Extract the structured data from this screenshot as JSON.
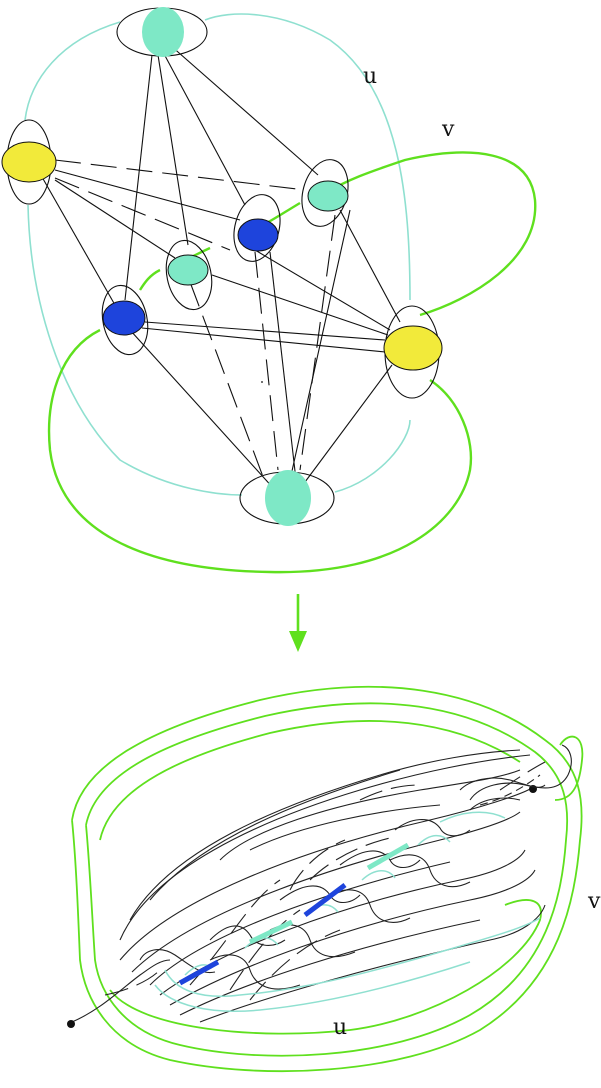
{
  "labels": {
    "top_u": "u",
    "top_v": "v",
    "bottom_u": "u",
    "bottom_v": "v"
  },
  "colors": {
    "aqua": "#7ee8c6",
    "aqua_line": "#8fe0d0",
    "green": "#5fe01e",
    "yellow": "#f2ea3a",
    "blue": "#1e44dc",
    "ink": "#111111"
  },
  "graph": {
    "vertices": [
      {
        "id": "top",
        "color": "aqua"
      },
      {
        "id": "left",
        "color": "yellow"
      },
      {
        "id": "upper-right",
        "color": "aqua"
      },
      {
        "id": "mid-blue",
        "color": "blue"
      },
      {
        "id": "mid-aqua",
        "color": "aqua"
      },
      {
        "id": "low-blue",
        "color": "blue"
      },
      {
        "id": "right",
        "color": "yellow"
      },
      {
        "id": "bottom",
        "color": "aqua"
      }
    ],
    "curves": [
      "u",
      "v"
    ]
  },
  "arrow": {
    "color": "green",
    "direction": "down"
  }
}
